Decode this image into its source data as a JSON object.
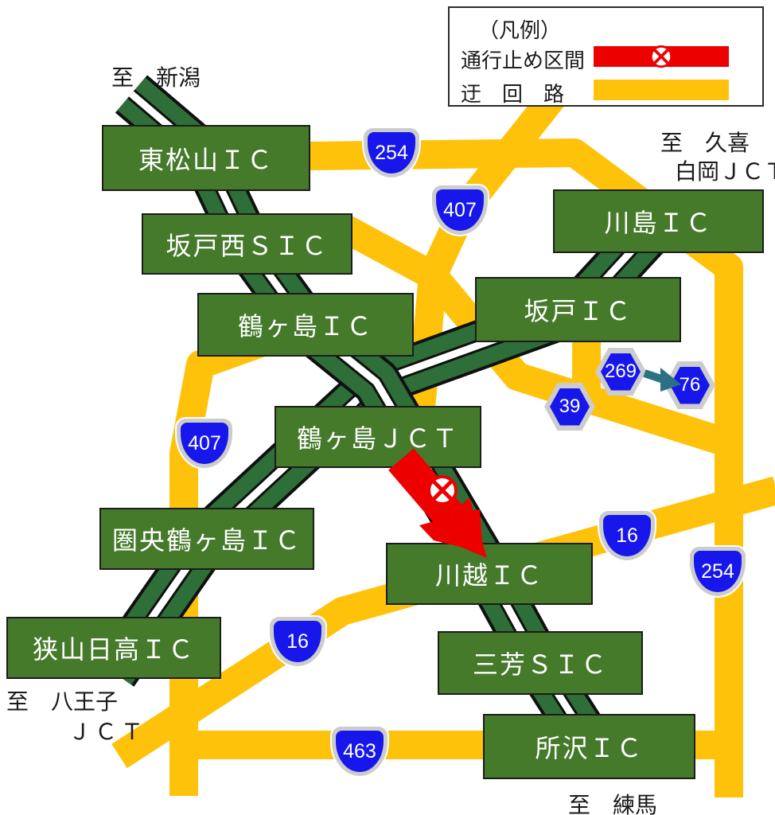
{
  "legend": {
    "title": "（凡例）",
    "closed_label": "通行止め区間",
    "detour_label": "迂　回　路",
    "closed_color": "#ED0000",
    "detour_color": "#FFC20A"
  },
  "edge_labels": {
    "niigata": "至　新潟",
    "kuki": "至　久喜",
    "shiraoka_jct": "白岡ＪＣＴ",
    "hachioji": "至　八王子",
    "hachioji_jct": "ＪＣＴ",
    "nerima": "至　練馬"
  },
  "interchanges": [
    {
      "id": "higashimatsuyama",
      "label": "東松山ＩＣ"
    },
    {
      "id": "sakado-nishi",
      "label": "坂戸西ＳＩＣ"
    },
    {
      "id": "tsurugashima-ic",
      "label": "鶴ヶ島ＩＣ"
    },
    {
      "id": "tsurugashima-jct",
      "label": "鶴ヶ島ＪＣＴ"
    },
    {
      "id": "kenno-tsurugashima",
      "label": "圏央鶴ヶ島ＩＣ"
    },
    {
      "id": "sayama-hidaka",
      "label": "狭山日高ＩＣ"
    },
    {
      "id": "kawajima",
      "label": "川島ＩＣ"
    },
    {
      "id": "sakado",
      "label": "坂戸ＩＣ"
    },
    {
      "id": "kawagoe",
      "label": "川越ＩＣ"
    },
    {
      "id": "miyoshi",
      "label": "三芳ＳＩＣ"
    },
    {
      "id": "tokorozawa",
      "label": "所沢ＩＣ"
    }
  ],
  "route_shields": [
    {
      "number": "254",
      "type": "national"
    },
    {
      "number": "407",
      "type": "national"
    },
    {
      "number": "407",
      "type": "national"
    },
    {
      "number": "16",
      "type": "national"
    },
    {
      "number": "16",
      "type": "national"
    },
    {
      "number": "254",
      "type": "national"
    },
    {
      "number": "463",
      "type": "national"
    },
    {
      "number": "269",
      "type": "prefectural"
    },
    {
      "number": "76",
      "type": "prefectural"
    },
    {
      "number": "39",
      "type": "prefectural"
    }
  ],
  "colors": {
    "detour_yellow": "#FFC20A",
    "closure_red": "#ED0000",
    "expressway_green": "#2E6E38",
    "label_box_green": "#457A2B",
    "shield_blue": "#1717EC",
    "shield_border_gray": "#CCCCCC",
    "detour_arrow_teal": "#2B7083"
  }
}
